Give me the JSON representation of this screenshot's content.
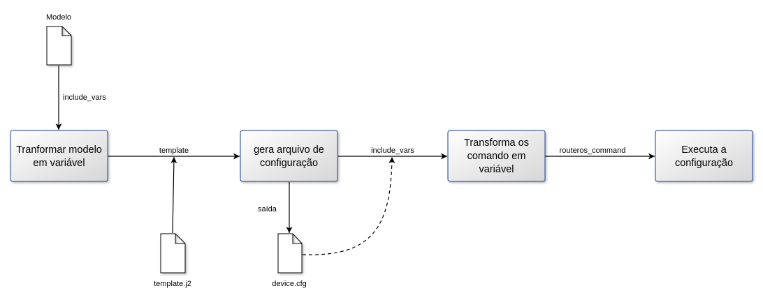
{
  "documents": {
    "modelo": "Modelo",
    "template": "template.j2",
    "device": "device.cfg"
  },
  "boxes": {
    "b1": {
      "line1": "Tranformar modelo",
      "line2": "em variável"
    },
    "b2": {
      "line1": "gera arquivo de",
      "line2": "configuração"
    },
    "b3": {
      "line1": "Transforma os",
      "line2": "comando em",
      "line3": "variável"
    },
    "b4": {
      "line1": "Executa a",
      "line2": "configuração"
    }
  },
  "edges": {
    "e_modelo_b1": "include_vars",
    "e_b1_b2": "template",
    "e_b2_b3": "include_vars",
    "e_b3_b4": "routeros_command",
    "e_b2_device": "saída"
  },
  "colors": {
    "box_border": "#1f3f8f",
    "box_fill_light": "#ffffff",
    "box_fill_dark": "#d9d9d9",
    "line": "#000000"
  }
}
